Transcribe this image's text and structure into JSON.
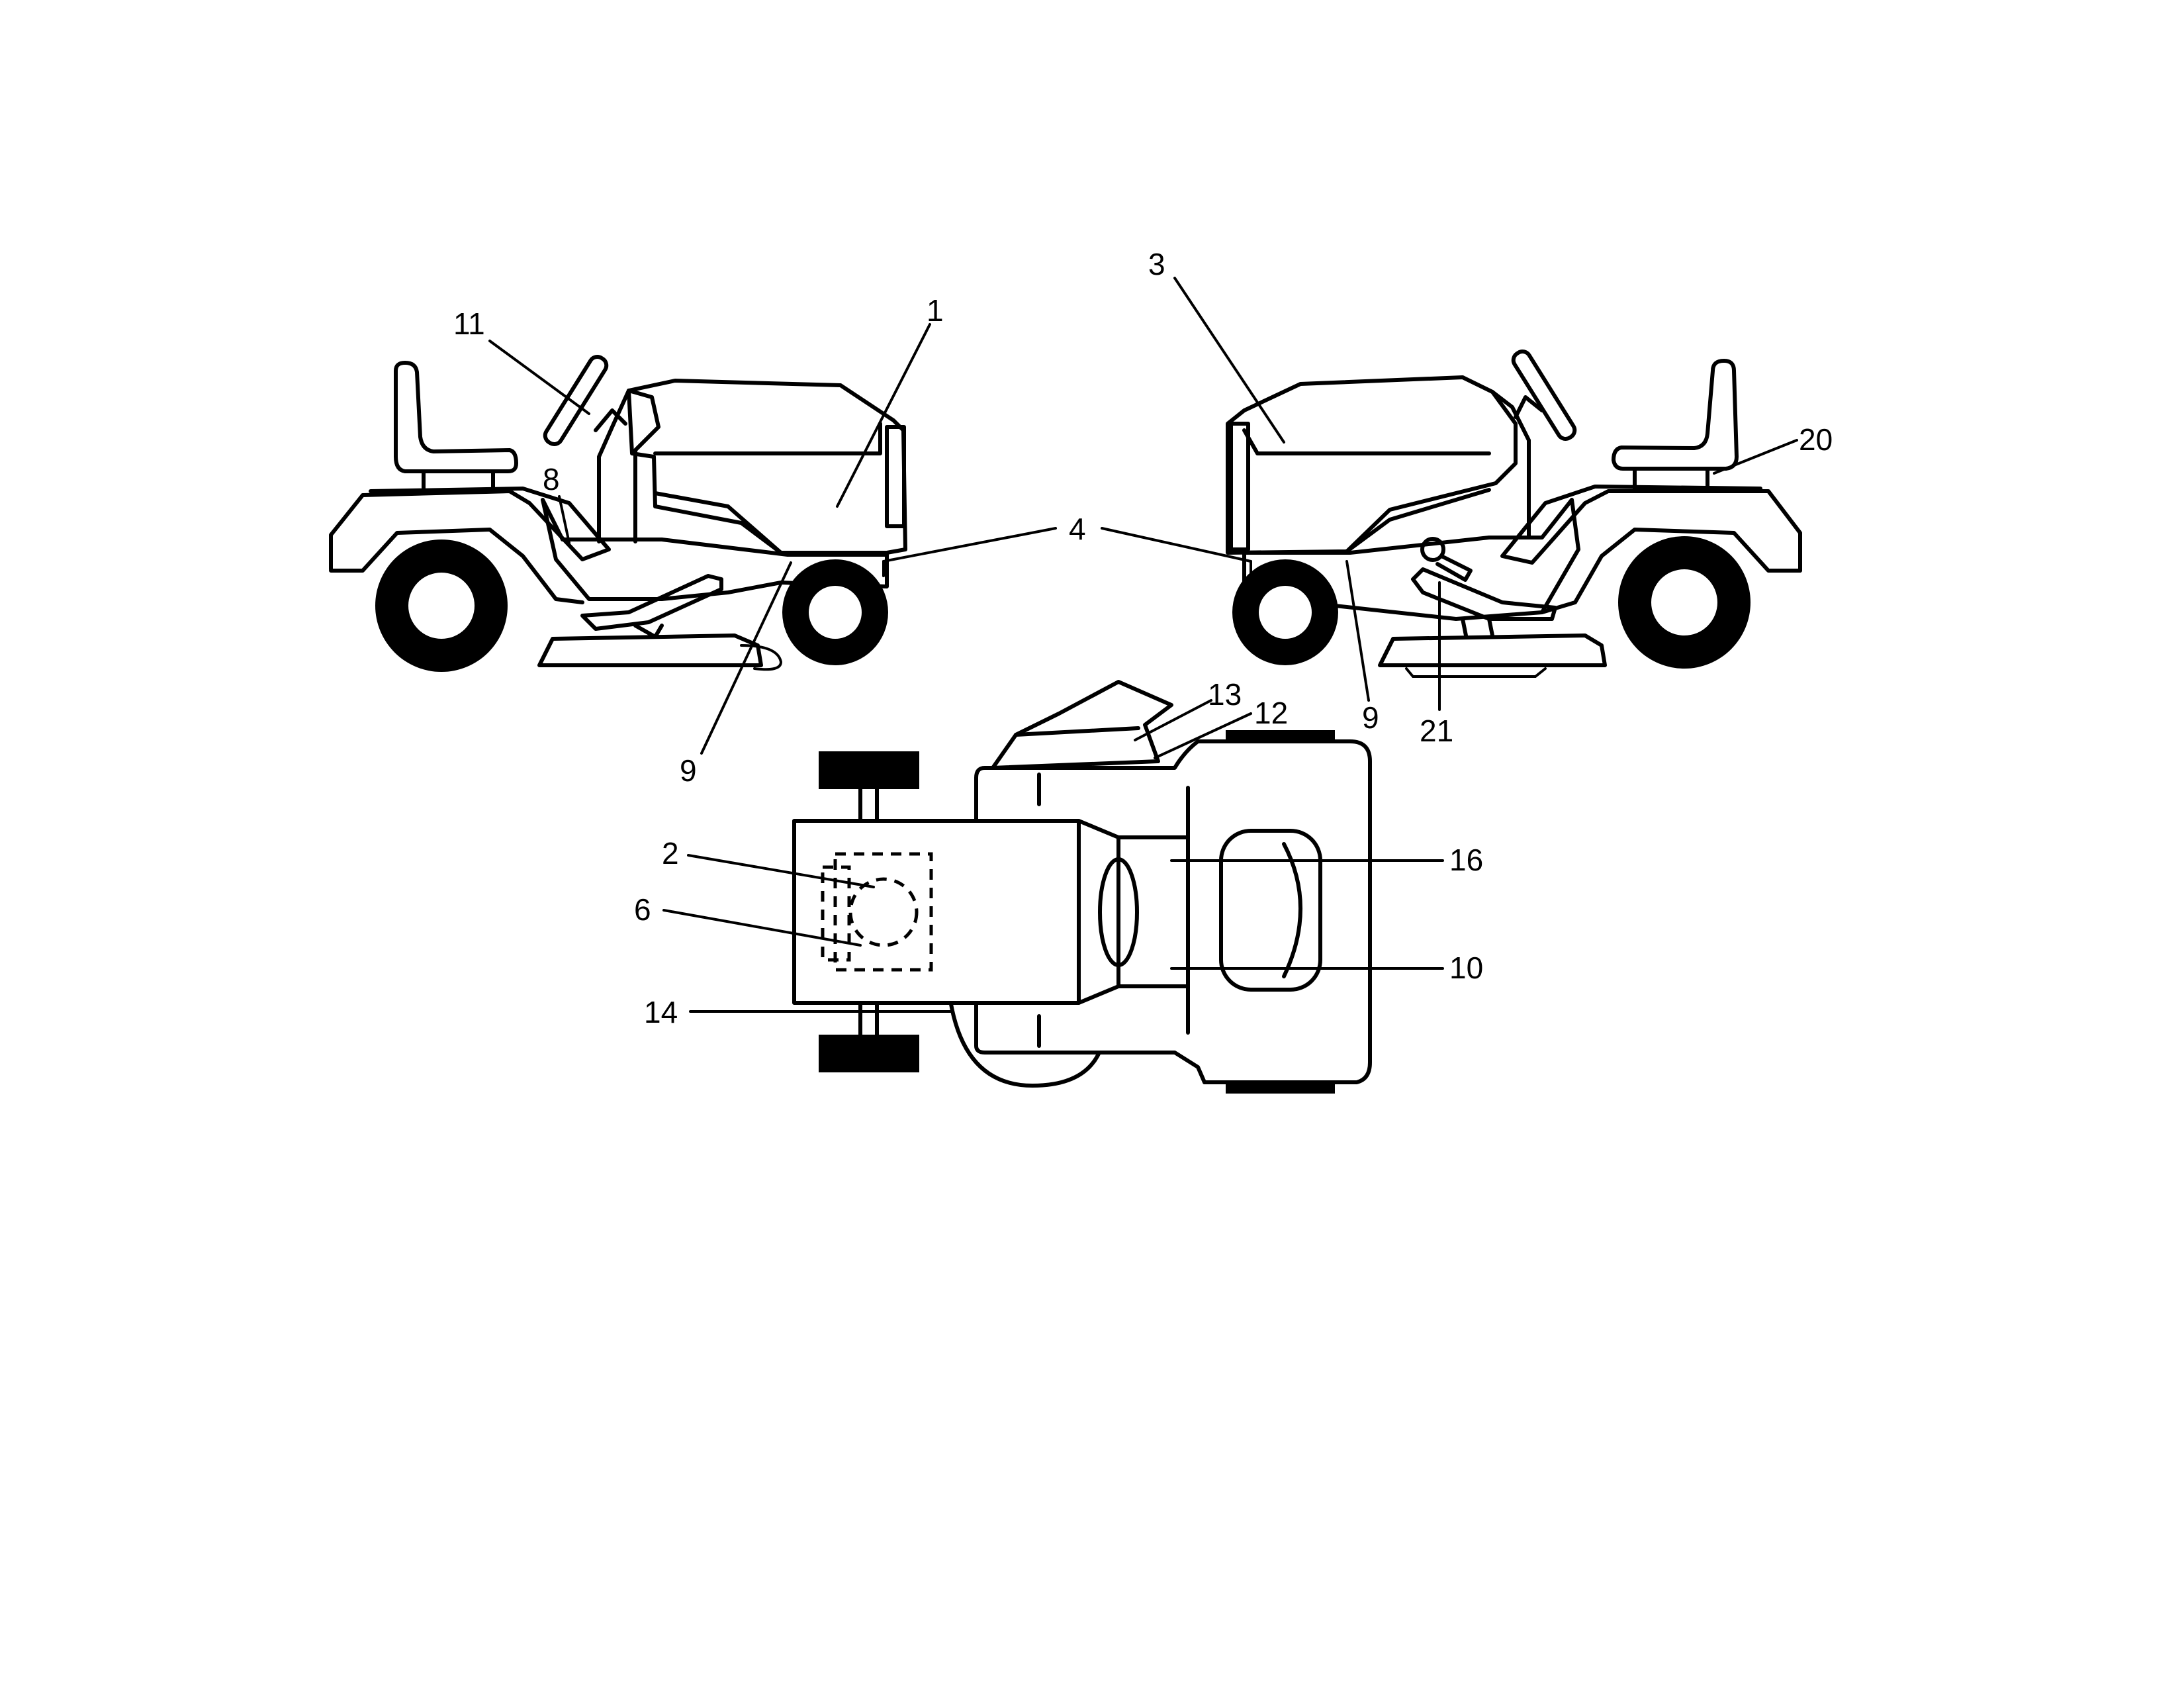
{
  "callouts": {
    "c1": "1",
    "c2": "2",
    "c3": "3",
    "c4": "4",
    "c6": "6",
    "c8": "8",
    "c9_left": "9",
    "c9_right": "9",
    "c10": "10",
    "c11": "11",
    "c12": "12",
    "c13": "13",
    "c14": "14",
    "c16": "16",
    "c20": "20",
    "c21": "21"
  },
  "colors": {
    "line": "#000000",
    "background": "#ffffff"
  }
}
